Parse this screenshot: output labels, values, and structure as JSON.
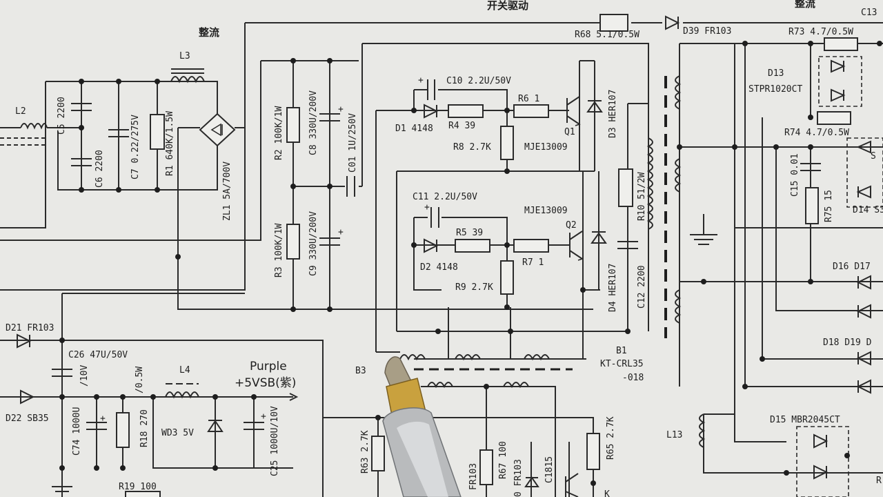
{
  "sections": {
    "rectify_left": "整流",
    "switch_drive": "开关驱动",
    "rectify_right": "整流"
  },
  "components": {
    "L2": "L2",
    "L3": "L3",
    "L4": "L4",
    "L13": "L13",
    "C5": "C5 2200",
    "C6": "C6 2200",
    "C7": "C7 0.22/275V",
    "R1": "R1 640K/1.5W",
    "ZL1": "ZL1 5A/700V",
    "R2": "R2 100K/1W",
    "R3": "R3 100K/1W",
    "C8": "C8 330U/200V",
    "C9": "C9 330U/200V",
    "C01": "C01 1U/250V",
    "C10": "C10 2.2U/50V",
    "C11": "C11 2.2U/50V",
    "D1": "D1 4148",
    "D2": "D2 4148",
    "R4": "R4 39",
    "R5": "R5 39",
    "R6": "R6 1",
    "R7": "R7 1",
    "R8": "R8 2.7K",
    "R9": "R9 2.7K",
    "Q1": "Q1",
    "Q2": "Q2",
    "Q1_part": "MJE13009",
    "Q2_part": "MJE13009",
    "D3": "D3 HER107",
    "D4": "D4 HER107",
    "R10": "R10 51/2W",
    "C12": "C12 2200",
    "R68": "R68 5.1/0.5W",
    "D39": "D39 FR103",
    "R73": "R73 4.7/0.5W",
    "R74": "R74 4.7/0.5W",
    "D13": "D13",
    "D13_part": "STPR1020CT",
    "C13": "C13",
    "C15": "C15 0.01",
    "R75": "R75 15",
    "D14": "D14 S3",
    "D16": "D16 D17",
    "D18": "D18 D19 D",
    "D15": "D15 MBR2045CT",
    "B1": "B1",
    "B1_part": "KT-CRL35",
    "B1_part2": "-018",
    "B3": "B3",
    "D21": "D21 FR103",
    "D22": "D22 SB35",
    "C26": "C26 47U/50V",
    "C26_v": "/10V",
    "C74": "C74 1000U",
    "R18": "R18 270",
    "R18_w": "/0.5W",
    "WD3": "WD3 5V",
    "C25": "C25 1000U/10V",
    "R19": "R19 100",
    "R63": "R63 2.7K",
    "R65": "R65 2.7K",
    "R67": "R67 100",
    "FR103b": "FR103",
    "C1815": "C1815",
    "FR103c": "0 FR103",
    "frag_S": "S",
    "frag_K": "K",
    "frag_R": "R"
  },
  "rail": {
    "purple": "Purple",
    "vsb": "+5VSB(紫)"
  }
}
